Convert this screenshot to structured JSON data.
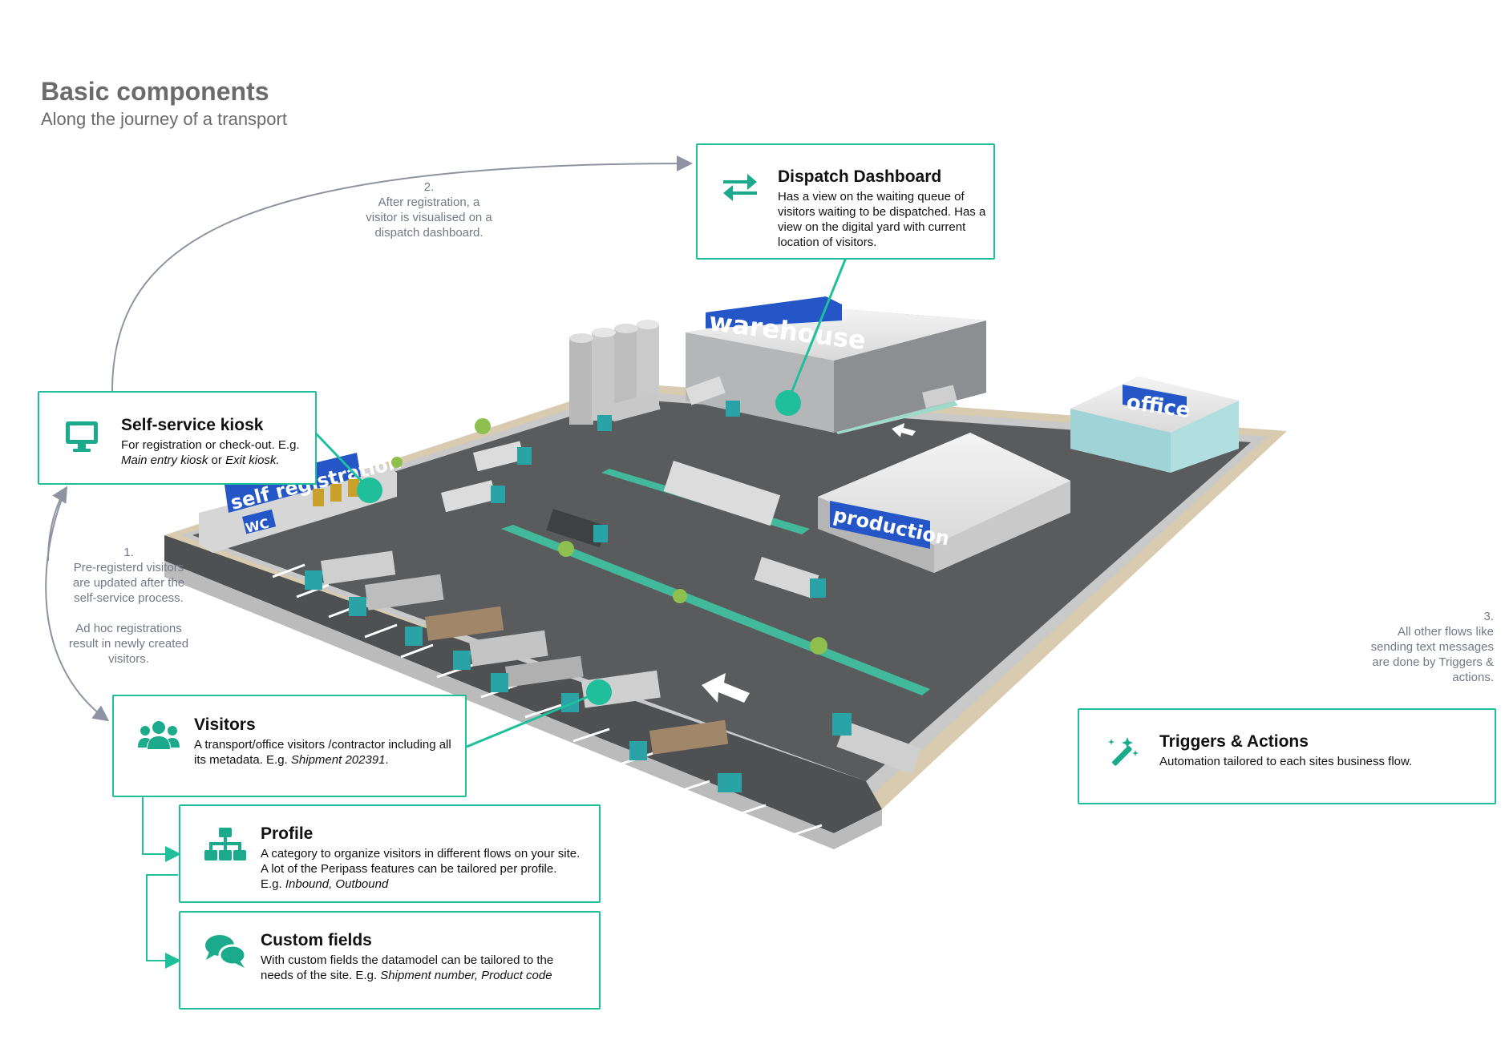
{
  "header": {
    "title": "Basic components",
    "subtitle": "Along the journey of a transport"
  },
  "notes": {
    "step1": "1.\nPre-registerd visitors\nare updated after the\nself-service process.\n\nAd hoc registrations\nresult in newly created\nvisitors.",
    "step2": "2.\nAfter registration, a\nvisitor is visualised on a\ndispatch dashboard.",
    "step3": "3.\nAll other flows like\nsending text messages\nare done by Triggers &\nactions."
  },
  "cards": {
    "dispatch": {
      "icon": "swap-arrows-icon",
      "title": "Dispatch Dashboard",
      "desc": "Has a view on the waiting queue of visitors waiting to be dispatched. Has a view on the digital yard with current location of visitors."
    },
    "kiosk": {
      "icon": "monitor-icon",
      "title": "Self-service kiosk",
      "desc_pre": "For registration or check-out. E.g. ",
      "desc_em1": "Main entry kiosk",
      "desc_mid": " or ",
      "desc_em2": "Exit kiosk."
    },
    "visitors": {
      "icon": "users-icon",
      "title": "Visitors",
      "desc_pre": "A transport/office visitors /contractor including all its metadata. E.g. ",
      "desc_em": "Shipment 202391",
      "desc_post": "."
    },
    "profile": {
      "icon": "hierarchy-icon",
      "title": "Profile",
      "desc_pre": "A category to organize visitors in different flows on your site. A lot of the Peripass features can be tailored per profile.  E.g. ",
      "desc_em": "Inbound, Outbound"
    },
    "custom_fields": {
      "icon": "chat-bubbles-icon",
      "title": "Custom fields",
      "desc_pre": "With custom fields the datamodel can be tailored to the needs of the site. E.g. ",
      "desc_em": "Shipment number, Product code"
    },
    "triggers": {
      "icon": "magic-wand-icon",
      "title": "Triggers & Actions",
      "desc": "Automation tailored to each sites business flow."
    }
  },
  "scene": {
    "signs": {
      "warehouse": "warehouse",
      "office": "office",
      "production": "production",
      "self_registration": "self registration",
      "wc": "WC"
    }
  },
  "colors": {
    "accent": "#1fbf9c",
    "icon": "#1bab8c",
    "connector": "#8e93a1",
    "asphalt": "#58595b",
    "sign_blue": "#2456c8"
  }
}
